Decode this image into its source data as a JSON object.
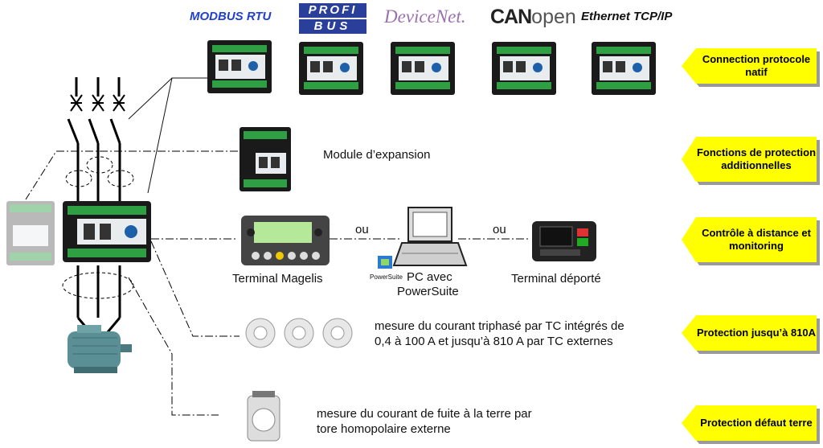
{
  "protocols": {
    "modbus": "MODBUS RTU",
    "profibus_top": "PROFI",
    "profibus_bottom": "BUS",
    "devicenet": "DeviceNet.",
    "canopen_can": "CAN",
    "canopen_open": "open",
    "ethernet": "Ethernet TCP/IP"
  },
  "tags": [
    {
      "text": "Connection protocole natif"
    },
    {
      "text": "Fonctions de protection additionnelles"
    },
    {
      "text": "Contrôle à distance et monitoring"
    },
    {
      "text": "Protection jusqu’à 810A"
    },
    {
      "text": "Protection défaut terre"
    }
  ],
  "labels": {
    "expansion": "Module d’expansion",
    "ou_left": "ou",
    "ou_right": "ou",
    "magelis": "Terminal Magelis",
    "pc_line1": "PC avec",
    "pc_line2": "PowerSuite",
    "powersuite_icon": "PowerSuite",
    "remote": "Terminal déporté",
    "ct_line1": "mesure du courant triphasé par TC intégrés de",
    "ct_line2": "0,4 à 100 A et jusqu’à 810 A par TC externes",
    "ground_line1": "mesure du courant de fuite à la terre par",
    "ground_line2": "tore homopolaire externe"
  },
  "colors": {
    "tag_fill": "#ffff00",
    "tag_shadow": "#9a9a9a",
    "module_body": "#1a1a1a",
    "terminal_green": "#2ea043",
    "module_front": "#e9ecef",
    "motor": "#5a8f95"
  }
}
